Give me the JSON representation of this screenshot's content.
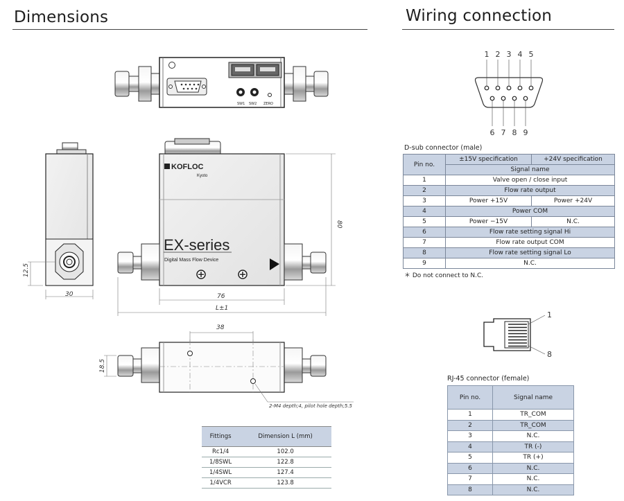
{
  "dimensions": {
    "title": "Dimensions",
    "top_view": {
      "label_sw1": "SW1",
      "label_sw2": "SW2",
      "label_zero": "ZERO"
    },
    "front_view": {
      "brand": "KOFLOC",
      "brand_sub": "Kyoto",
      "series": "EX-series",
      "device_caption": "Digital Mass Flow Device",
      "dim_height": "80",
      "dim_body": "76",
      "dim_total": "L±1"
    },
    "side_view": {
      "dim_width": "30",
      "dim_port": "12.5"
    },
    "bottom_view": {
      "dim_hole_spacing": "38",
      "dim_height": "18.5",
      "hole_note": "2-M4 depth;4, pilot hole depth;5.5"
    },
    "fittings_table": {
      "headers": [
        "Fittings",
        "Dimension L (mm)"
      ],
      "rows": [
        [
          "Rc1/4",
          "102.0"
        ],
        [
          "1/8SWL",
          "122.8"
        ],
        [
          "1/4SWL",
          "127.4"
        ],
        [
          "1/4VCR",
          "123.8"
        ]
      ]
    }
  },
  "wiring": {
    "title": "Wiring connection",
    "dsub_pins_top": [
      "1",
      "2",
      "3",
      "4",
      "5"
    ],
    "dsub_pins_bottom": [
      "6",
      "7",
      "8",
      "9"
    ],
    "dsub_caption": "D-sub connector (male)",
    "dsub_table": {
      "pin_header": "Pin no.",
      "spec15": "±15V specification",
      "spec24": "+24V specification",
      "signal_header": "Signal name",
      "rows": [
        {
          "pin": "1",
          "signal": "Valve open / close input"
        },
        {
          "pin": "2",
          "signal": "Flow rate output"
        },
        {
          "pin": "3",
          "v15": "Power +15V",
          "v24": "Power +24V"
        },
        {
          "pin": "4",
          "signal": "Power COM"
        },
        {
          "pin": "5",
          "v15": "Power −15V",
          "v24": "N.C."
        },
        {
          "pin": "6",
          "signal": "Flow rate setting signal Hi"
        },
        {
          "pin": "7",
          "signal": "Flow rate output COM"
        },
        {
          "pin": "8",
          "signal": "Flow rate setting signal Lo"
        },
        {
          "pin": "9",
          "signal": "N.C."
        }
      ]
    },
    "dsub_note": "＊ Do not connect to N.C.",
    "rj45_pin_first": "1",
    "rj45_pin_last": "8",
    "rj45_caption": "RJ-45 connector (female)",
    "rj45_table": {
      "headers": [
        "Pin no.",
        "Signal name"
      ],
      "rows": [
        [
          "1",
          "TR_COM"
        ],
        [
          "2",
          "TR_COM"
        ],
        [
          "3",
          "N.C."
        ],
        [
          "4",
          "TR (-)"
        ],
        [
          "5",
          "TR (+)"
        ],
        [
          "6",
          "N.C."
        ],
        [
          "7",
          "N.C."
        ],
        [
          "8",
          "N.C."
        ]
      ]
    }
  }
}
